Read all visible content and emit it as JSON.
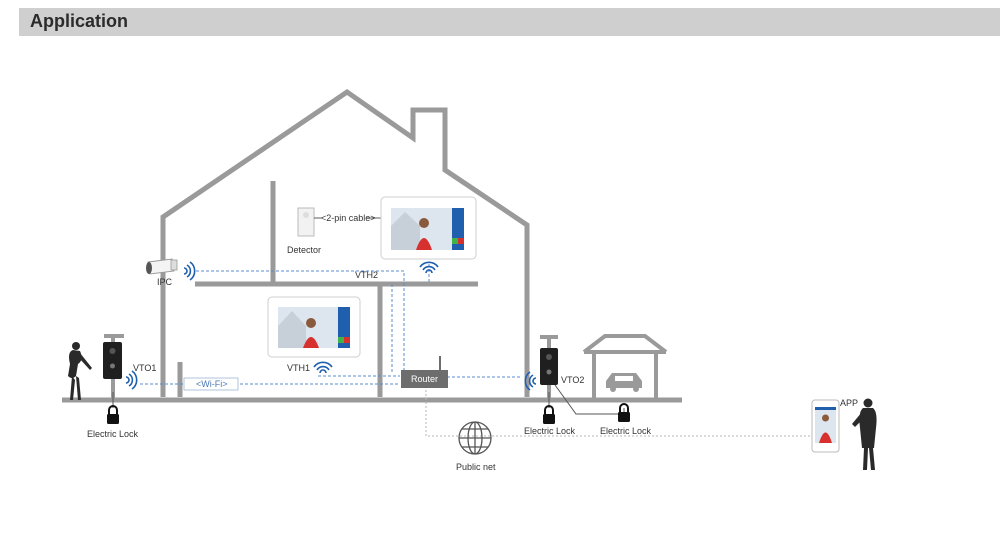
{
  "header": {
    "title": "Application"
  },
  "labels": {
    "detector": "Detector",
    "cable": "<2-pin cable>",
    "ipc": "IPC",
    "vth2": "VTH2",
    "vth1": "VTH1",
    "vto1": "VTO1",
    "vto2": "VTO2",
    "wifi": "<Wi-Fi>",
    "router": "Router",
    "lock1": "Electric Lock",
    "lock2": "Electric Lock",
    "lock3": "Electric Lock",
    "public_net": "Public net",
    "app": "APP"
  },
  "colors": {
    "header_bg": "#cfcfcf",
    "house_line": "#9a9a9a",
    "link_line": "#5b8ccf",
    "wifi": "#1f5fae",
    "screen_green": "#3fb24a",
    "screen_red": "#d6312f"
  }
}
